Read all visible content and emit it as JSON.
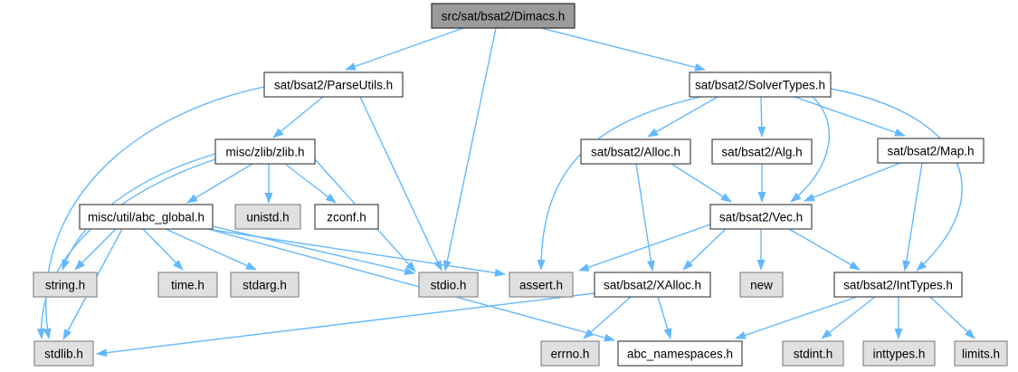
{
  "diagram": {
    "kind": "include-dependency-graph",
    "root_file": "src/sat/bsat2/Dimacs.h"
  },
  "colors": {
    "background": "#FFFFFF",
    "edge": "#63B8FF",
    "text": "#000000",
    "root_fill": "#9B9B9B",
    "root_border": "#333333",
    "internal_fill": "#FFFFFF",
    "internal_border": "#4D4D4D",
    "external_fill": "#E0E0E0",
    "external_border": "#8C8C8C"
  },
  "graph": {
    "nodes": [
      {
        "id": "dimacs",
        "label": "src/sat/bsat2/Dimacs.h",
        "type": "root"
      },
      {
        "id": "parseutils",
        "label": "sat/bsat2/ParseUtils.h",
        "type": "internal"
      },
      {
        "id": "solvertypes",
        "label": "sat/bsat2/SolverTypes.h",
        "type": "internal"
      },
      {
        "id": "zlib",
        "label": "misc/zlib/zlib.h",
        "type": "internal"
      },
      {
        "id": "alloc",
        "label": "sat/bsat2/Alloc.h",
        "type": "internal"
      },
      {
        "id": "alg",
        "label": "sat/bsat2/Alg.h",
        "type": "internal"
      },
      {
        "id": "map",
        "label": "sat/bsat2/Map.h",
        "type": "internal"
      },
      {
        "id": "abc_global",
        "label": "misc/util/abc_global.h",
        "type": "internal"
      },
      {
        "id": "unistd",
        "label": "unistd.h",
        "type": "external"
      },
      {
        "id": "zconf",
        "label": "zconf.h",
        "type": "internal"
      },
      {
        "id": "vec",
        "label": "sat/bsat2/Vec.h",
        "type": "internal"
      },
      {
        "id": "string",
        "label": "string.h",
        "type": "external"
      },
      {
        "id": "time",
        "label": "time.h",
        "type": "external"
      },
      {
        "id": "stdarg",
        "label": "stdarg.h",
        "type": "external"
      },
      {
        "id": "stdio",
        "label": "stdio.h",
        "type": "external"
      },
      {
        "id": "assert",
        "label": "assert.h",
        "type": "external"
      },
      {
        "id": "xalloc",
        "label": "sat/bsat2/XAlloc.h",
        "type": "internal"
      },
      {
        "id": "new",
        "label": "new",
        "type": "external"
      },
      {
        "id": "inttypes_hdr",
        "label": "sat/bsat2/IntTypes.h",
        "type": "internal"
      },
      {
        "id": "stdlib",
        "label": "stdlib.h",
        "type": "external"
      },
      {
        "id": "errno",
        "label": "errno.h",
        "type": "external"
      },
      {
        "id": "abc_namespaces",
        "label": "abc_namespaces.h",
        "type": "internal"
      },
      {
        "id": "stdint",
        "label": "stdint.h",
        "type": "external"
      },
      {
        "id": "inttypes_sys",
        "label": "inttypes.h",
        "type": "external"
      },
      {
        "id": "limits",
        "label": "limits.h",
        "type": "external"
      }
    ],
    "edges": [
      {
        "from": "dimacs",
        "to": "parseutils"
      },
      {
        "from": "dimacs",
        "to": "solvertypes"
      },
      {
        "from": "dimacs",
        "to": "stdio"
      },
      {
        "from": "parseutils",
        "to": "zlib"
      },
      {
        "from": "parseutils",
        "to": "stdio"
      },
      {
        "from": "parseutils",
        "to": "stdlib"
      },
      {
        "from": "zlib",
        "to": "abc_global"
      },
      {
        "from": "zlib",
        "to": "unistd"
      },
      {
        "from": "zlib",
        "to": "zconf"
      },
      {
        "from": "zlib",
        "to": "stdio"
      },
      {
        "from": "zlib",
        "to": "string"
      },
      {
        "from": "zlib",
        "to": "stdlib"
      },
      {
        "from": "abc_global",
        "to": "string"
      },
      {
        "from": "abc_global",
        "to": "time"
      },
      {
        "from": "abc_global",
        "to": "stdarg"
      },
      {
        "from": "abc_global",
        "to": "stdio"
      },
      {
        "from": "abc_global",
        "to": "assert"
      },
      {
        "from": "abc_global",
        "to": "abc_namespaces"
      },
      {
        "from": "abc_global",
        "to": "stdlib"
      },
      {
        "from": "solvertypes",
        "to": "assert"
      },
      {
        "from": "solvertypes",
        "to": "alloc"
      },
      {
        "from": "solvertypes",
        "to": "alg"
      },
      {
        "from": "solvertypes",
        "to": "map"
      },
      {
        "from": "solvertypes",
        "to": "vec"
      },
      {
        "from": "solvertypes",
        "to": "inttypes_hdr"
      },
      {
        "from": "alloc",
        "to": "vec"
      },
      {
        "from": "alloc",
        "to": "xalloc"
      },
      {
        "from": "alg",
        "to": "vec"
      },
      {
        "from": "map",
        "to": "vec"
      },
      {
        "from": "map",
        "to": "inttypes_hdr"
      },
      {
        "from": "vec",
        "to": "assert"
      },
      {
        "from": "vec",
        "to": "xalloc"
      },
      {
        "from": "vec",
        "to": "new"
      },
      {
        "from": "vec",
        "to": "inttypes_hdr"
      },
      {
        "from": "xalloc",
        "to": "errno"
      },
      {
        "from": "xalloc",
        "to": "abc_namespaces"
      },
      {
        "from": "xalloc",
        "to": "stdlib"
      },
      {
        "from": "inttypes_hdr",
        "to": "abc_namespaces"
      },
      {
        "from": "inttypes_hdr",
        "to": "stdint"
      },
      {
        "from": "inttypes_hdr",
        "to": "inttypes_sys"
      },
      {
        "from": "inttypes_hdr",
        "to": "limits"
      }
    ]
  }
}
